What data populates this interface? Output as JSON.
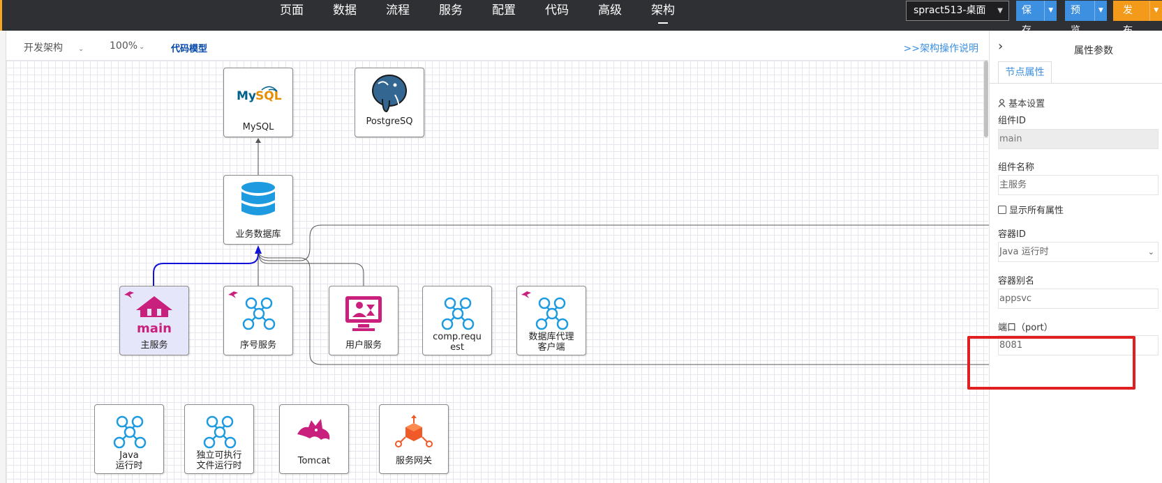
{
  "topbar": {
    "menu": [
      "页面",
      "数据",
      "流程",
      "服务",
      "配置",
      "代码",
      "高级",
      "架构"
    ],
    "active_menu": "架构",
    "project": "spract513-桌面",
    "save": "保存",
    "preview": "预览",
    "publish": "发布"
  },
  "toolbar": {
    "view_mode": "开发架构",
    "zoom": "100%",
    "code_model": "代码模型",
    "help_link": ">>架构操作说明"
  },
  "nodes": {
    "mysql": "MySQL",
    "postgres": "PostgreSQ",
    "business_db": "业务数据库",
    "main_service": "主服务",
    "seq_service": "序号服务",
    "user_service": "用户服务",
    "comp_request_1": "comp.requ",
    "comp_request_2": "est",
    "db_proxy_1": "数据库代理",
    "db_proxy_2": "客户端",
    "java_runtime_1": "Java",
    "java_runtime_2": "运行时",
    "exec_runtime_1": "独立可执行",
    "exec_runtime_2": "文件运行时",
    "tomcat": "Tomcat",
    "gateway": "服务网关"
  },
  "panel": {
    "title": "属性参数",
    "tab": "节点属性",
    "section": "基本设置",
    "component_id_label": "组件ID",
    "component_id_value": "main",
    "component_name_label": "组件名称",
    "component_name_value": "主服务",
    "show_all_label": "显示所有属性",
    "container_id_label": "容器ID",
    "container_id_value": "Java 运行时",
    "container_alias_label": "容器别名",
    "container_alias_value": "appsvc",
    "port_label": "端口（port）",
    "port_value": "8081"
  },
  "colors": {
    "topbar": "#2f3033",
    "primary": "#3d8fe0",
    "publish": "#f39a1a",
    "highlight": "#e02020",
    "node_icon_blue": "#1e9be0",
    "node_icon_magenta": "#c8207c"
  }
}
